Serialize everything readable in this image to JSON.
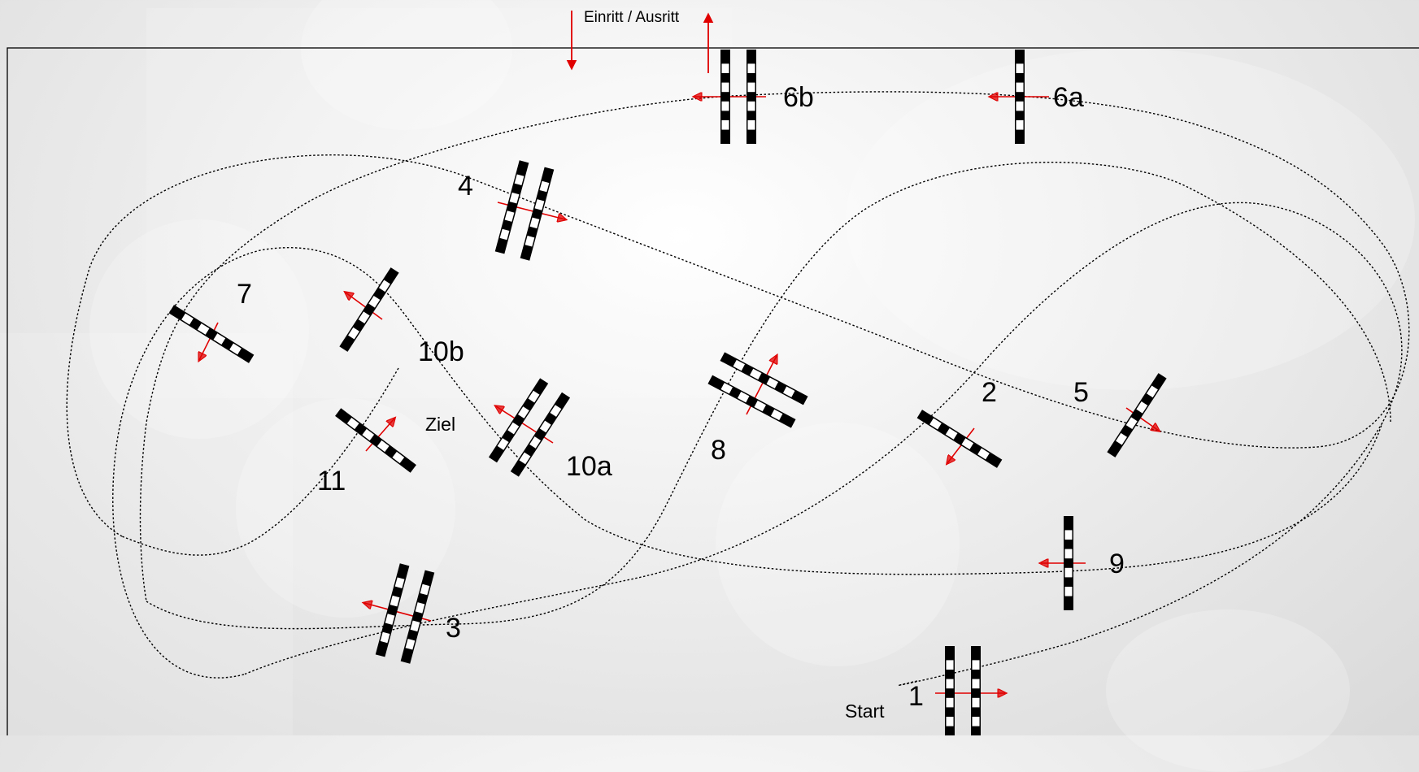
{
  "title": "",
  "entrance_label": "Einritt / Ausritt",
  "start_label": "Start",
  "finish_label": "Ziel",
  "colors": {
    "arena_border": "#000000",
    "arrow": "#e00000",
    "pole_black": "#000000",
    "pole_white": "#ffffff",
    "track": "#000000"
  },
  "obstacles": [
    {
      "id": "1",
      "label": "1",
      "type": "oxer"
    },
    {
      "id": "2",
      "label": "2",
      "type": "vertical"
    },
    {
      "id": "3",
      "label": "3",
      "type": "oxer"
    },
    {
      "id": "4",
      "label": "4",
      "type": "oxer"
    },
    {
      "id": "5",
      "label": "5",
      "type": "vertical"
    },
    {
      "id": "6a",
      "label": "6a",
      "type": "vertical"
    },
    {
      "id": "6b",
      "label": "6b",
      "type": "oxer"
    },
    {
      "id": "7",
      "label": "7",
      "type": "vertical"
    },
    {
      "id": "8",
      "label": "8",
      "type": "oxer"
    },
    {
      "id": "9",
      "label": "9",
      "type": "vertical"
    },
    {
      "id": "10a",
      "label": "10a",
      "type": "oxer"
    },
    {
      "id": "10b",
      "label": "10b",
      "type": "vertical"
    },
    {
      "id": "11",
      "label": "11",
      "type": "vertical"
    }
  ]
}
